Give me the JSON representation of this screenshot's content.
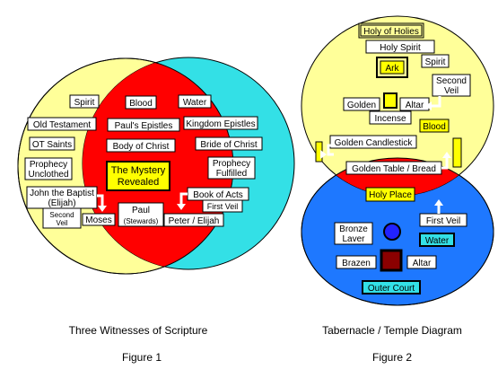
{
  "colors": {
    "yellow": "#ffff99",
    "cyan": "#33e0e6",
    "red": "#ff0000",
    "blue": "#1e78ff",
    "gold": "#ffff00",
    "border": "#000000"
  },
  "figure1": {
    "spirit": "Spirit",
    "blood": "Blood",
    "water": "Water",
    "old_testament": "Old Testament",
    "pauls_epistles": "Paul's Epistles",
    "kingdom_epistles": "Kingdom Epistles",
    "ot_saints": "OT Saints",
    "body_of_christ": "Body of Christ",
    "bride_of_christ": "Bride of Christ",
    "prophecy_unclothed_1": "Prophecy",
    "prophecy_unclothed_2": "Unclothed",
    "mystery_1": "The Mystery",
    "mystery_2": "Revealed",
    "prophecy_fulfilled_1": "Prophecy",
    "prophecy_fulfilled_2": "Fulfilled",
    "john_baptist": "John the Baptist",
    "elijah": "(Elijah)",
    "book_of_acts": "Book of Acts",
    "second_veil_1": "Second",
    "second_veil_2": "Veil",
    "first_veil": "First Veil",
    "moses": "Moses",
    "paul": "Paul",
    "stewards": "(Stewards)",
    "peter_elijah": "Peter / Elijah",
    "caption_title": "Three Witnesses of Scripture",
    "caption_fig": "Figure 1"
  },
  "figure2": {
    "holy_of_holies": "Holy of Holies",
    "holy_spirit": "Holy Spirit",
    "ark": "Ark",
    "spirit": "Spirit",
    "second_veil_1": "Second",
    "second_veil_2": "Veil",
    "golden": "Golden",
    "altar": "Altar",
    "incense": "Incense",
    "blood": "Blood",
    "golden_candlestick": "Golden Candlestick",
    "golden_table": "Golden Table / Bread",
    "holy_place": "Holy Place",
    "bronze_1": "Bronze",
    "bronze_2": "Laver",
    "first_veil": "First Veil",
    "water": "Water",
    "brazen": "Brazen",
    "altar2": "Altar",
    "outer_court": "Outer Court",
    "caption_title": "Tabernacle / Temple Diagram",
    "caption_fig": "Figure 2"
  }
}
